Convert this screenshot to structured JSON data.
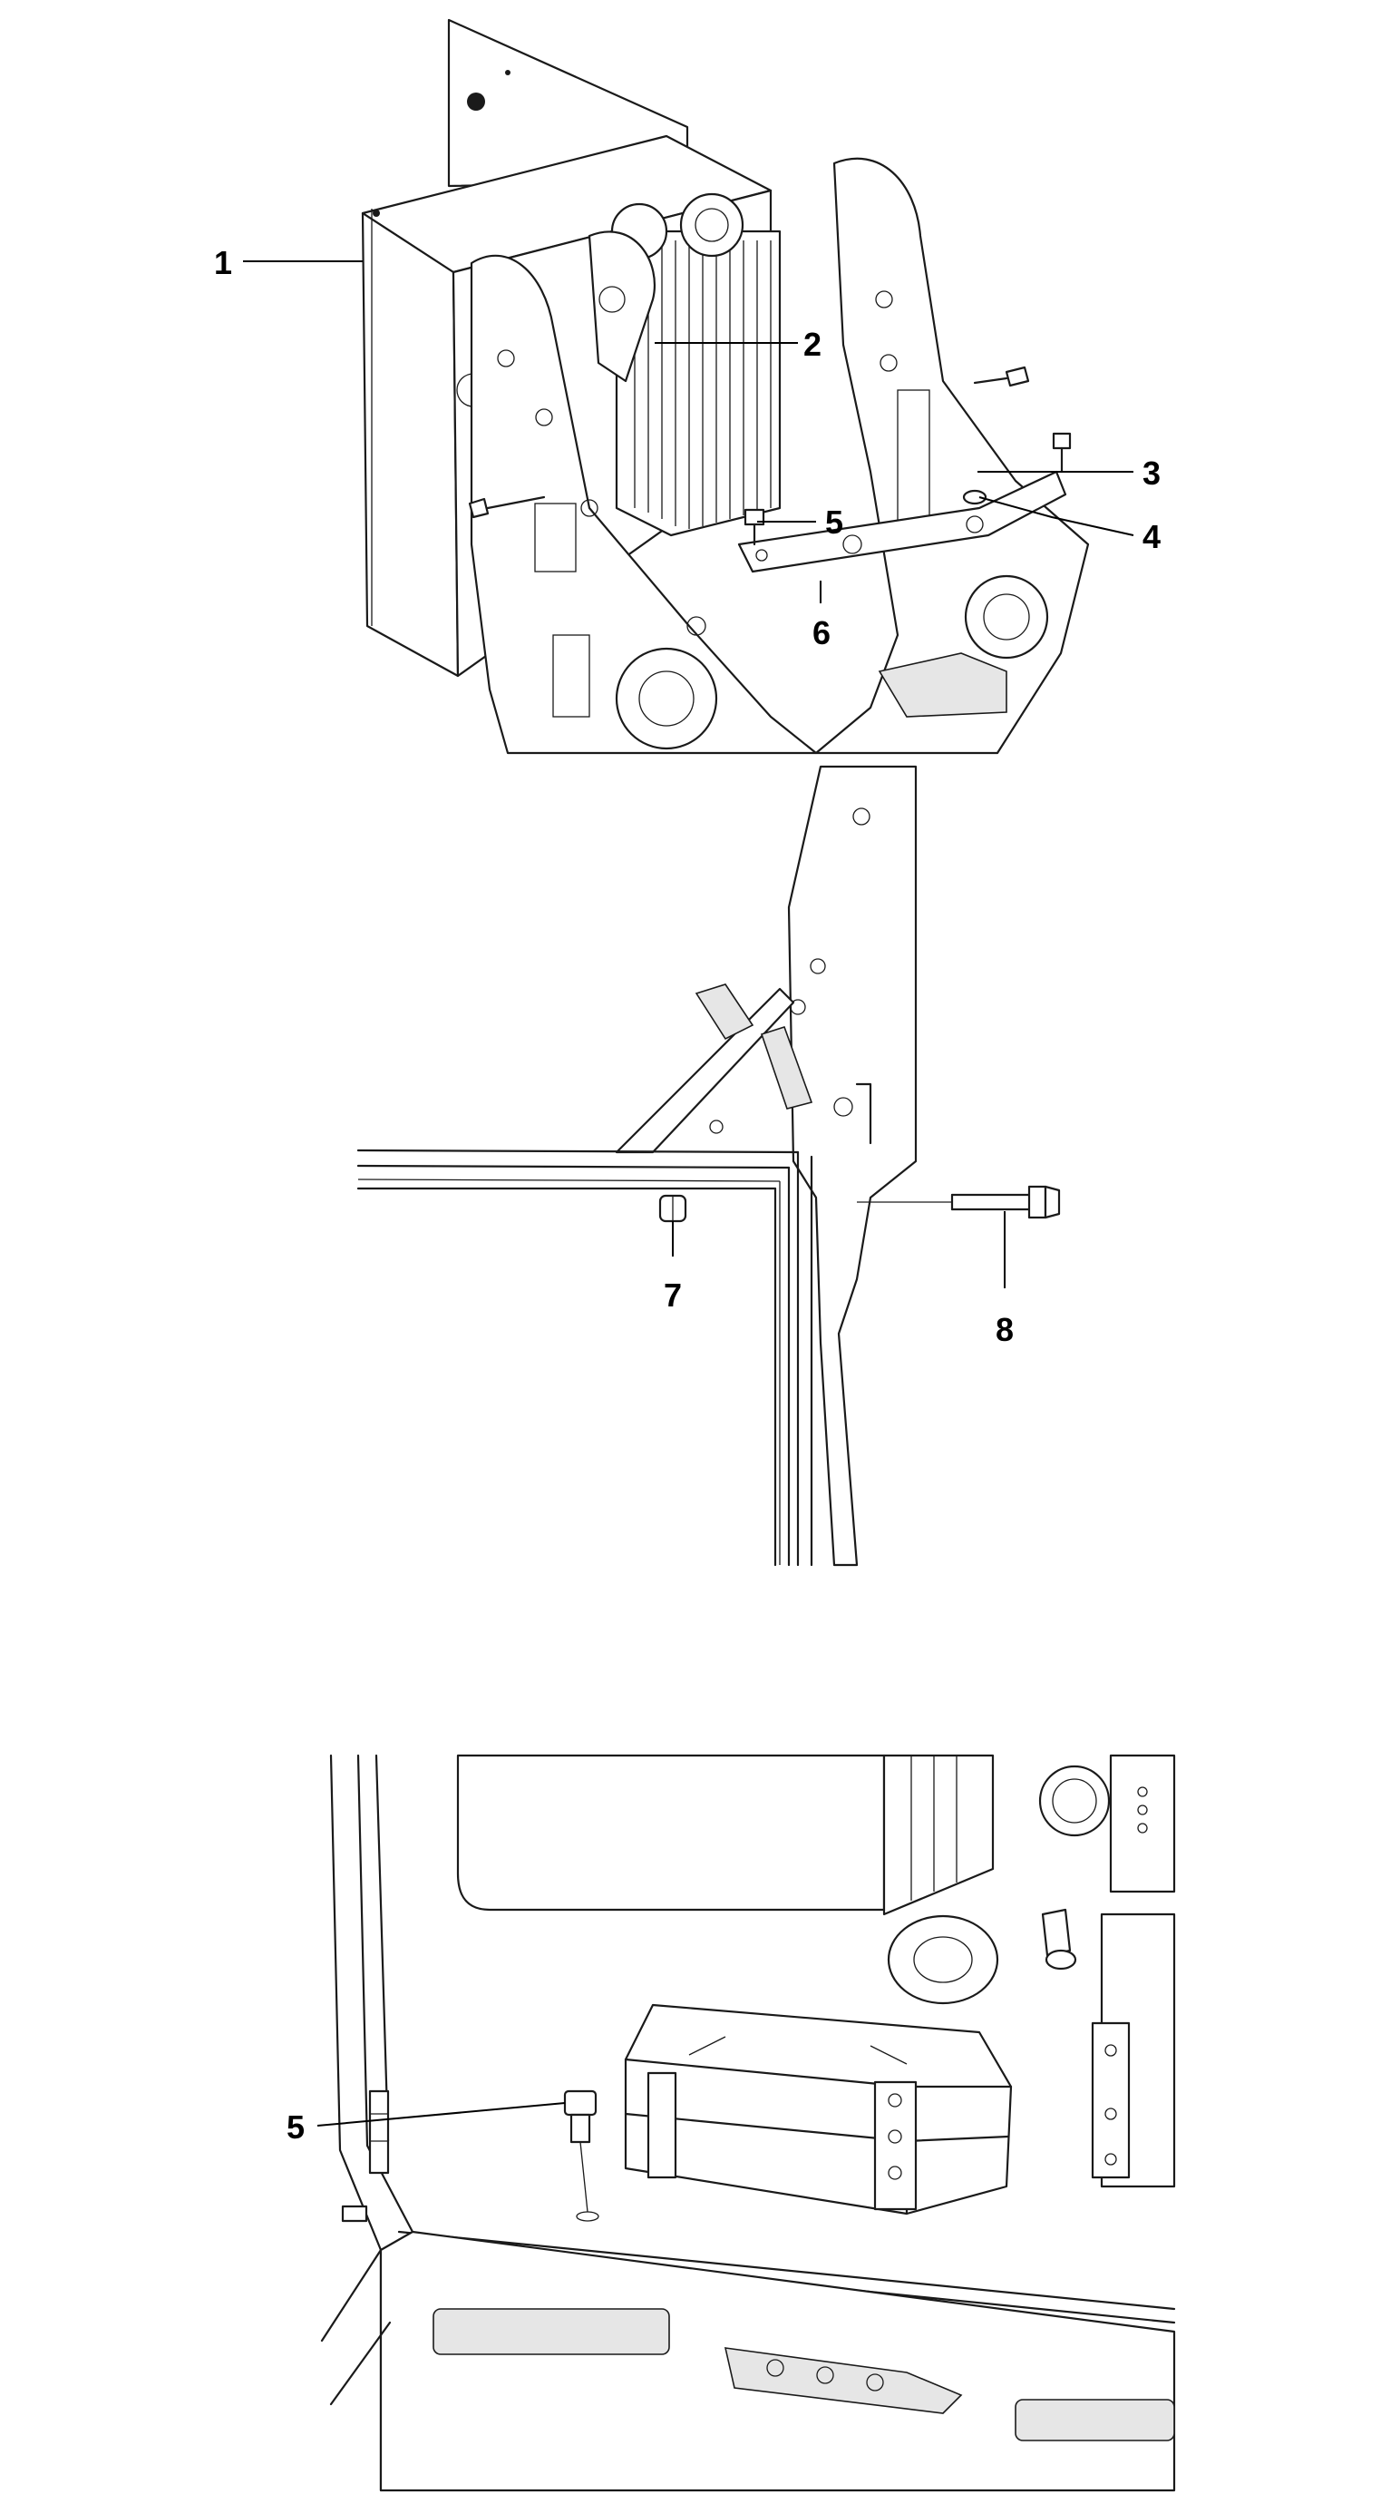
{
  "callouts": {
    "item_1": "1",
    "item_2": "2",
    "item_3": "3",
    "item_4": "4",
    "item_5_top": "5",
    "item_6": "6",
    "item_7": "7",
    "item_8": "8",
    "item_5_bottom": "5"
  },
  "colors": {
    "line": "#1a1a1a",
    "background": "#ffffff"
  }
}
